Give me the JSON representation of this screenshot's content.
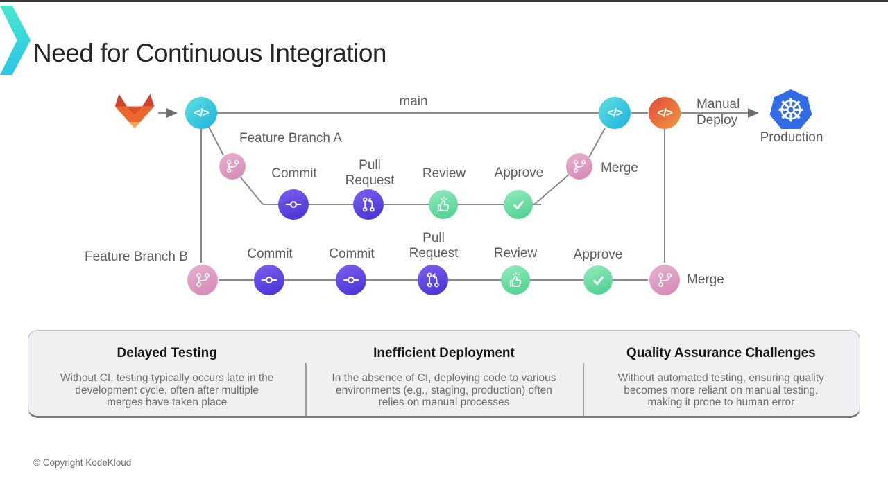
{
  "colors": {
    "accent_teal": "#35cde2",
    "accent_orange": "#ec6a35",
    "accent_purple": "#5a41e0",
    "accent_green": "#5ed79a",
    "accent_pink": "#d893bd",
    "kubernetes_blue": "#326ce5",
    "gitlab_red": "#d2432f",
    "gitlab_orange": "#ec662f",
    "gitlab_light_orange": "#f6a44f",
    "line_gray": "#8a8a8a"
  },
  "slide": {
    "title": "Need for Continuous Integration",
    "footer": "© Copyright KodeKloud"
  },
  "icons": {
    "code_glyph": "</>",
    "kubernetes_glyph": "☸"
  },
  "diagram": {
    "main_branch_label": "main",
    "feature_branch_a_label": "Feature Branch A",
    "feature_branch_b_label": "Feature Branch B",
    "manual_deploy_label": "Manual Deploy",
    "production_label": "Production",
    "merge_a_label": "Merge",
    "merge_b_label": "Merge",
    "branch_a_steps": [
      {
        "label": "Commit"
      },
      {
        "label": "Pull Request"
      },
      {
        "label": "Review"
      },
      {
        "label": "Approve"
      }
    ],
    "branch_b_steps": [
      {
        "label": "Commit"
      },
      {
        "label": "Commit"
      },
      {
        "label": "Pull Request"
      },
      {
        "label": "Review"
      },
      {
        "label": "Approve"
      }
    ]
  },
  "cards": [
    {
      "title": "Delayed Testing",
      "body": "Without CI, testing typically occurs late in the development cycle, often after multiple merges have taken place"
    },
    {
      "title": "Inefficient Deployment",
      "body": "In the absence of CI, deploying code to various environments (e.g., staging, production) often relies on manual processes"
    },
    {
      "title": "Quality Assurance Challenges",
      "body": "Without automated testing, ensuring quality becomes more reliant on manual testing, making it prone to human error"
    }
  ]
}
